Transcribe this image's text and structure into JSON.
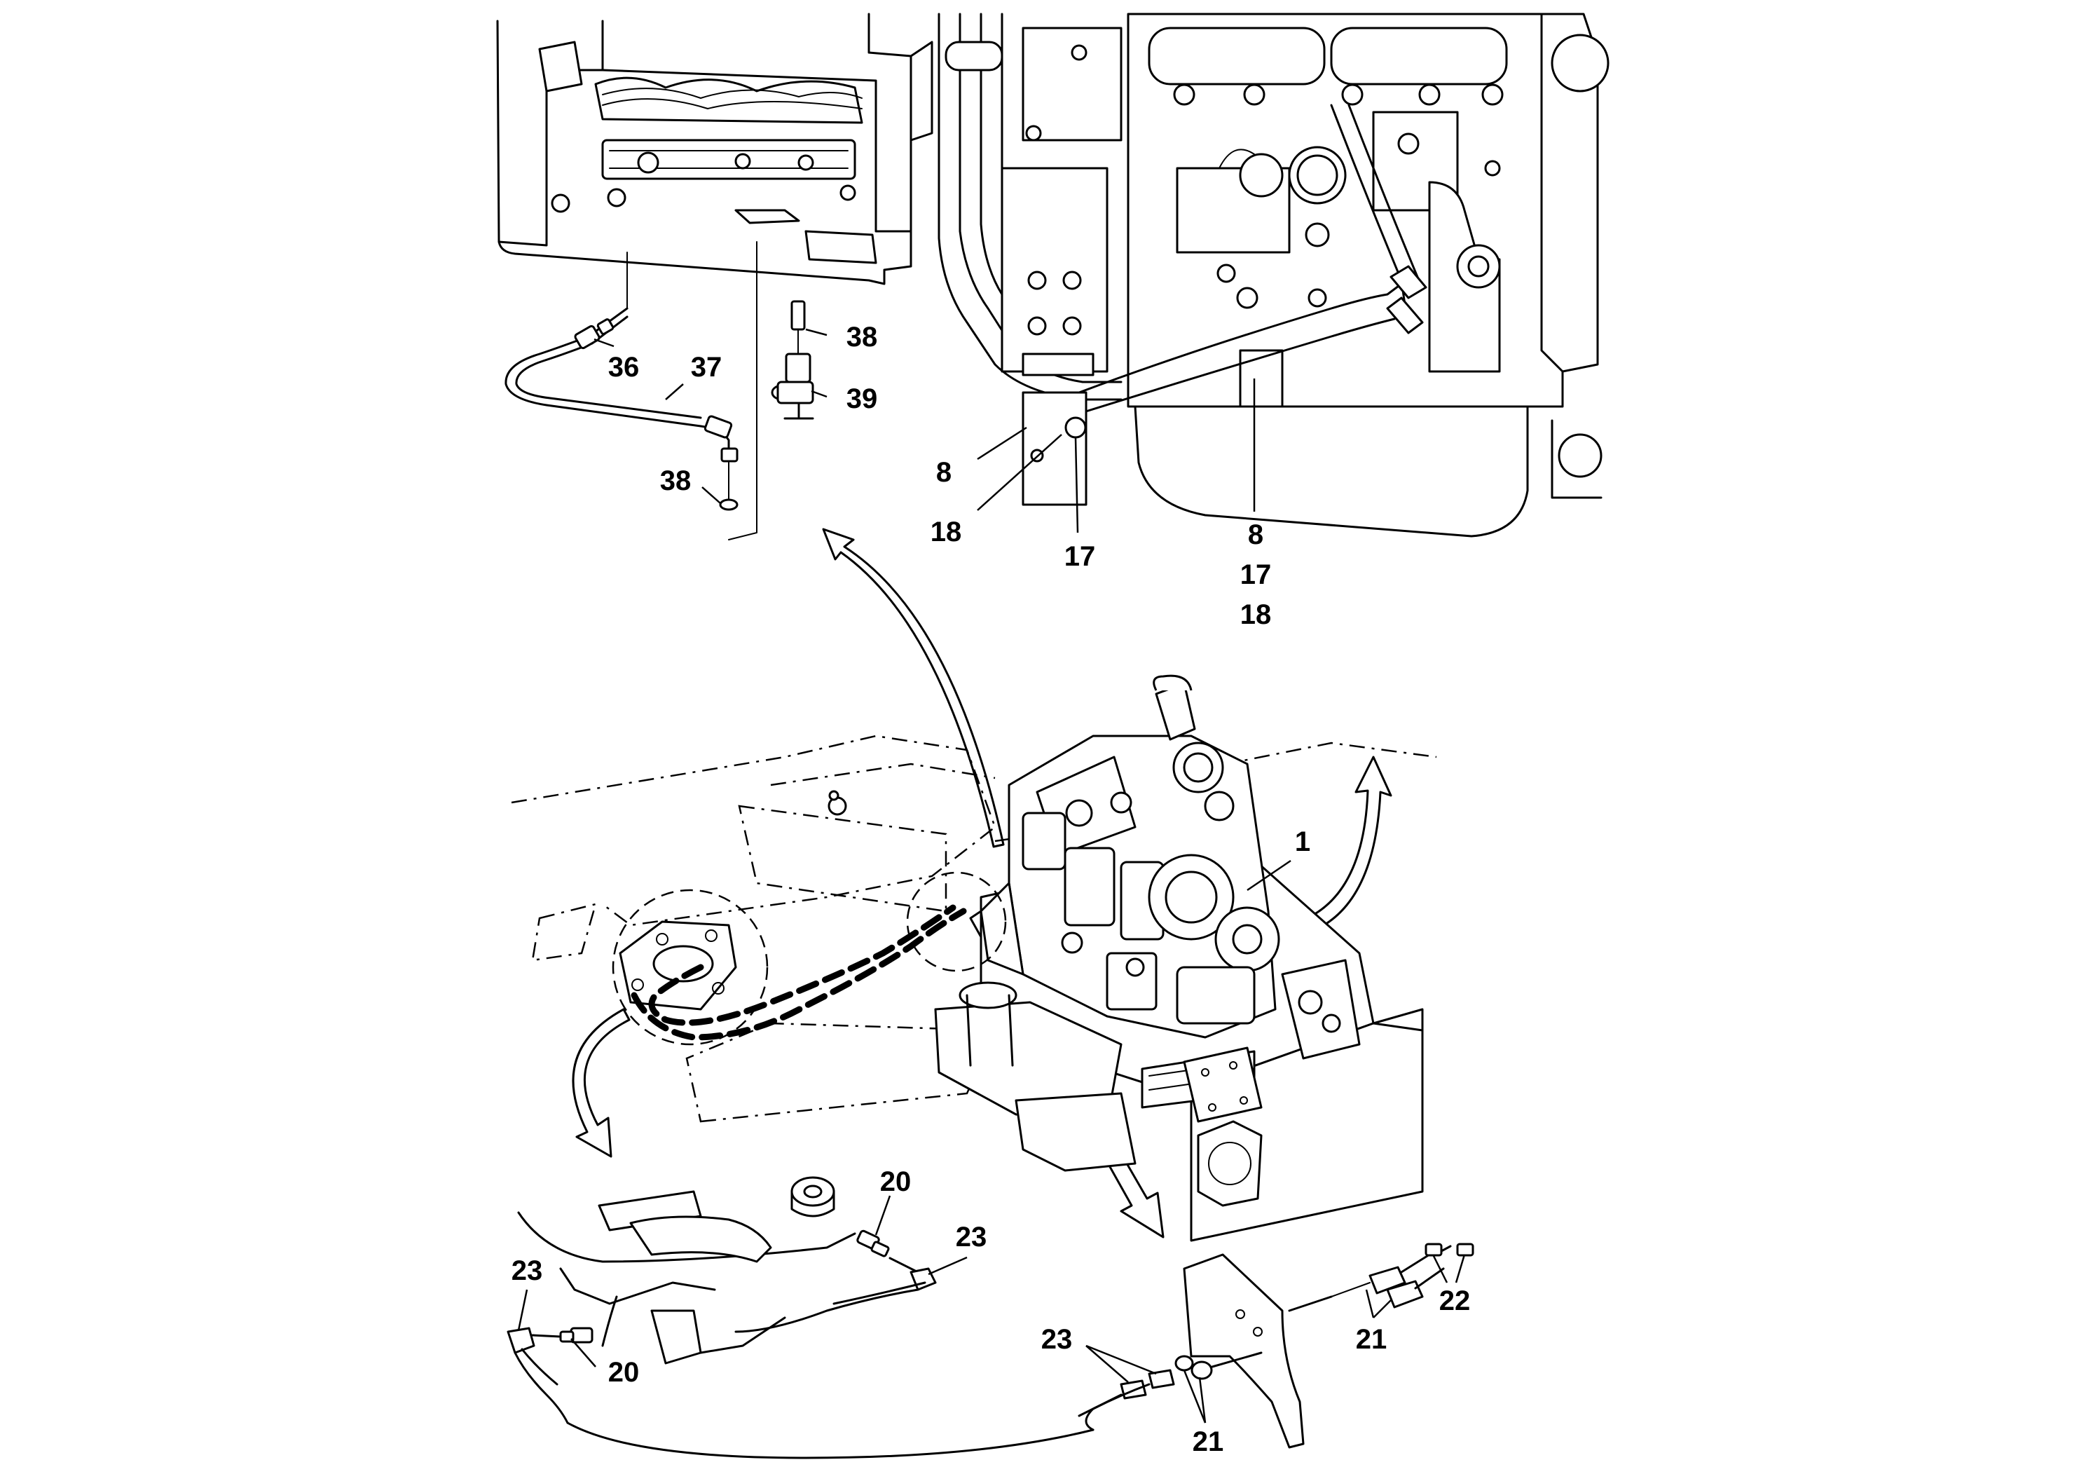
{
  "callouts": [
    {
      "id": "c36",
      "text": "36"
    },
    {
      "id": "c37",
      "text": "37"
    },
    {
      "id": "c38a",
      "text": "38"
    },
    {
      "id": "c39",
      "text": "39"
    },
    {
      "id": "c38b",
      "text": "38"
    },
    {
      "id": "c8a",
      "text": "8"
    },
    {
      "id": "c18a",
      "text": "18"
    },
    {
      "id": "c17a",
      "text": "17"
    },
    {
      "id": "c8b",
      "text": "8"
    },
    {
      "id": "c17b",
      "text": "17"
    },
    {
      "id": "c18b",
      "text": "18"
    },
    {
      "id": "c1",
      "text": "1"
    },
    {
      "id": "c20a",
      "text": "20"
    },
    {
      "id": "c23a",
      "text": "23"
    },
    {
      "id": "c23b",
      "text": "23"
    },
    {
      "id": "c20b",
      "text": "20"
    },
    {
      "id": "c22",
      "text": "22"
    },
    {
      "id": "c21a",
      "text": "21"
    },
    {
      "id": "c23c",
      "text": "23"
    },
    {
      "id": "c21b",
      "text": "21"
    }
  ]
}
